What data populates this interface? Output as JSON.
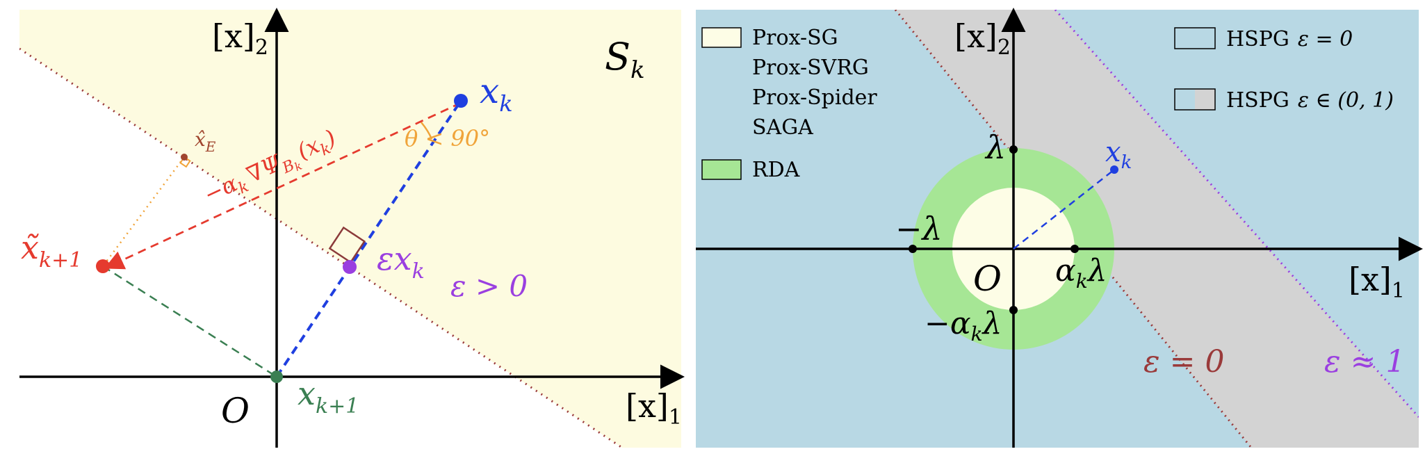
{
  "left_panel": {
    "colors": {
      "region": "#fdfbe0",
      "blue": "#1f3fe0",
      "red": "#e53a2e",
      "green": "#3a7f52",
      "purple": "#9a3fe0",
      "orange": "#f0a43a",
      "brown": "#8b3a3a",
      "maroon_dot": "#a0452e"
    },
    "labels": {
      "axis_y": "[x]",
      "axis_y_sub": "2",
      "axis_x": "[x]",
      "axis_x_sub": "1",
      "set": "S",
      "set_sub": "k",
      "xk": "x",
      "xk_sub": "k",
      "eps_xk": "εx",
      "eps_xk_sub": "k",
      "eps_cond": "ε > 0",
      "xk1": "x",
      "xk1_sub": "k+1",
      "xtilde": "x̃",
      "xtilde_sub": "k+1",
      "xhat": "x̂",
      "xhat_sub": "E",
      "grad": "−α",
      "grad_sub": "k",
      "grad_rest": "∇Ψ",
      "grad_sub2": "B",
      "grad_sub3": "k",
      "grad_arg": "(x",
      "grad_arg_sub": "k",
      "grad_close": ")",
      "theta": "θ < 90°",
      "origin": "O"
    }
  },
  "right_panel": {
    "colors": {
      "blue_region": "#b8d8e4",
      "gray_region": "#d3d3d3",
      "green_ring": "#a6e695",
      "inner_disk": "#fdfde6",
      "eps0_line": "#9a3a3a",
      "eps1_line": "#9a3fe0",
      "xk": "#1f3fe0"
    },
    "legend_left": [
      {
        "label": "Prox-SG"
      },
      {
        "label": "Prox-SVRG"
      },
      {
        "label": "Prox-Spider"
      },
      {
        "label": "SAGA"
      },
      {
        "label": "RDA"
      }
    ],
    "legend_right": [
      {
        "label": "HSPG",
        "math": "ε = 0"
      },
      {
        "label": "HSPG",
        "math": "ε ∈ (0, 1)"
      }
    ],
    "labels": {
      "axis_y": "[x]",
      "axis_y_sub": "2",
      "axis_x": "[x]",
      "axis_x_sub": "1",
      "lambda": "λ",
      "neg_lambda": "−λ",
      "alpha_lambda": "α",
      "alpha_lambda_sub": "k",
      "alpha_lambda_rest": "λ",
      "neg_alpha_lambda": "−α",
      "neg_alpha_lambda_sub": "k",
      "neg_alpha_lambda_rest": "λ",
      "origin": "O",
      "xk": "x",
      "xk_sub": "k",
      "eps0": "ε = 0",
      "eps1": "ε ≈ 1"
    }
  }
}
